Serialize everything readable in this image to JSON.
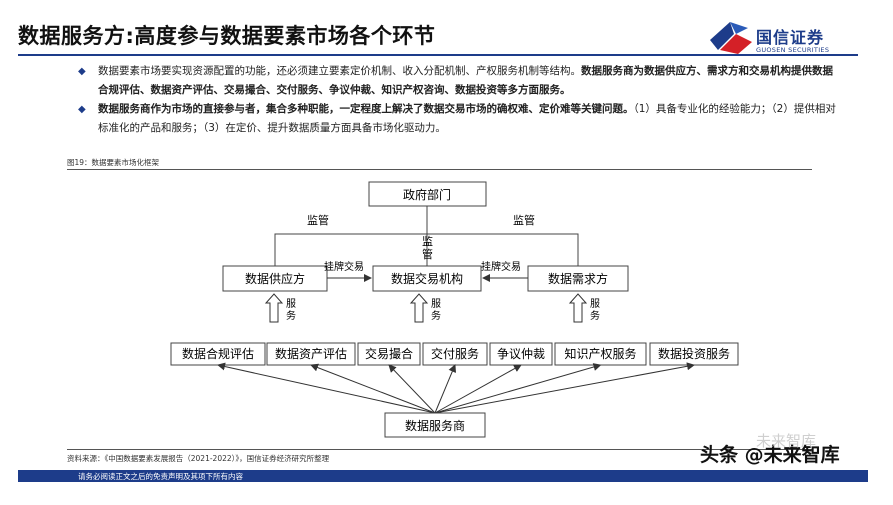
{
  "header": {
    "title": "数据服务方:高度参与数据要素市场各个环节",
    "logo_cn": "国信证券",
    "logo_en": "GUOSEN SECURITIES"
  },
  "bullets": [
    {
      "plain": "数据要素市场要实现资源配置的功能，还必须建立要素定价机制、收入分配机制、产权服务机制等结构。",
      "bold": "数据服务商为数据供应方、需求方和交易机构提供数据合规评估、数据资产评估、交易撮合、交付服务、争议仲裁、知识产权咨询、数据投资等多方面服务。",
      "tail": ""
    },
    {
      "plain": "",
      "bold": "数据服务商作为市场的直接参与者，集合多种职能，一定程度上解决了数据交易市场的确权难、定价难等关键问题。",
      "tail": "（1）具备专业化的经验能力；（2）提供相对标准化的产品和服务；（3）在定价、提升数据质量方面具备市场化驱动力。"
    }
  ],
  "figure": {
    "label": "图19：数据要素市场化框架",
    "government": "政府部门",
    "supervise": "监管",
    "supervise_vertical": "监管",
    "supplier": "数据供应方",
    "exchange": "数据交易机构",
    "demander": "数据需求方",
    "listing_trade": "挂牌交易",
    "service_label": "服务",
    "services": [
      "数据合规评估",
      "数据资产评估",
      "交易撮合",
      "交付服务",
      "争议仲裁",
      "知识产权服务",
      "数据投资服务"
    ],
    "provider": "数据服务商"
  },
  "source": "资料来源：《中国数据要素发展报告（2021-2022）》，国信证券经济研究所整理",
  "footer": "请务必阅读正文之后的免责声明及其项下所有内容",
  "watermark": {
    "main": "头条 @未来智库",
    "ghost": "未来智库"
  }
}
